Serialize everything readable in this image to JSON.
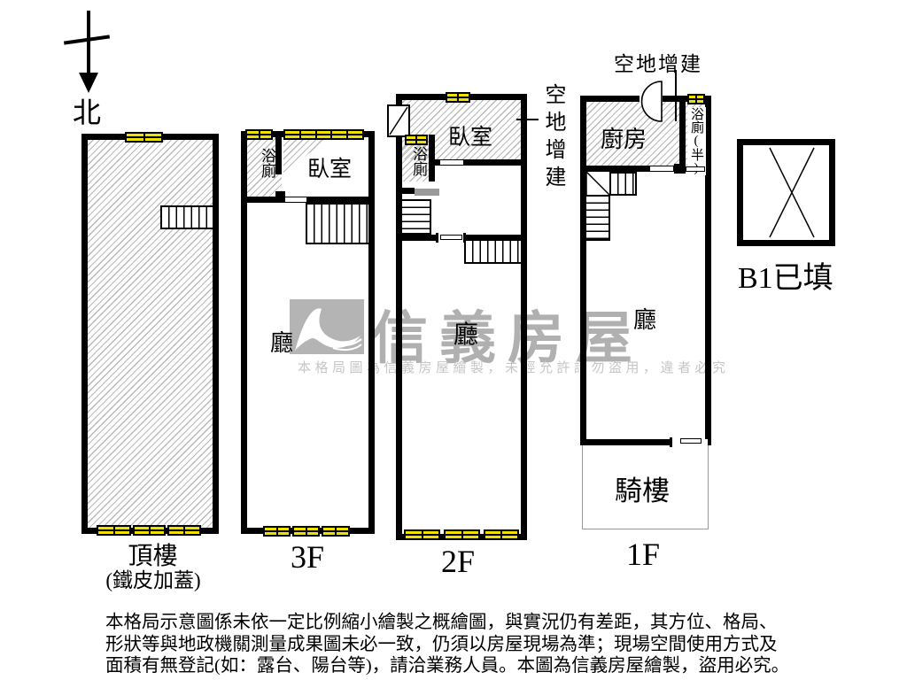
{
  "compass": {
    "label": "北"
  },
  "watermark": {
    "brand": "信義房屋",
    "notice": "本格局圖為信義房屋繪製，未經允許請勿盜用，違者必究"
  },
  "floors": {
    "roof": {
      "name": "頂樓",
      "note": "(鐵皮加蓋)"
    },
    "f3": {
      "name": "3F",
      "bath": "浴廁",
      "bedroom": "臥室",
      "living": "廳"
    },
    "f2": {
      "name": "2F",
      "bath": "浴廁",
      "bedroom": "臥室",
      "living": "廳",
      "annotation": "空地增建"
    },
    "f1": {
      "name": "1F",
      "kitchen": "廚房",
      "bath_half": "浴廁(半)",
      "living": "廳",
      "arcade": "騎樓",
      "annotation": "空地增建"
    },
    "b1": {
      "name": "B1已填"
    }
  },
  "disclaimer": {
    "line1": "本格局示意圖係未依一定比例縮小繪製之概繪圖，與實況仍有差距，其方位、格局、",
    "line2": "形狀等與地政機關測量成果圖未必一致，仍須以房屋現場為準；現場空間使用方式及",
    "line3": "面積有無登記(如：露台、陽台等)，請洽業務人員。本圖為信義房屋繪製，盜用必究。"
  },
  "colors": {
    "wall": "#000000",
    "window": "#efe000",
    "hatch": "#b9b9b9",
    "watermark_gray": "#b0b0b0"
  }
}
